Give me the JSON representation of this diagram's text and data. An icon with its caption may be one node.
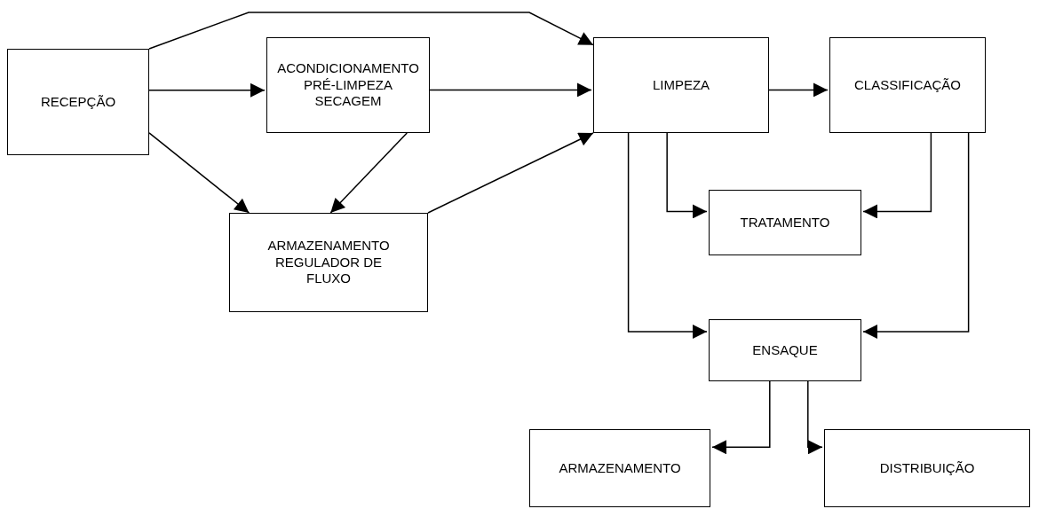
{
  "diagram": {
    "nodes": [
      {
        "text": [
          "RECEPÇÃO"
        ]
      },
      {
        "text": [
          "ACONDICIONAMENTO PRÉ-LIMPEZA SECAGEM"
        ]
      },
      {
        "text": [
          "ARMAZENAMENTO REGULADOR DE FLUXO"
        ]
      },
      {
        "text": [
          "LIMPEZA"
        ]
      },
      {
        "text": [
          "CLASSIFICAÇÃO"
        ]
      },
      {
        "text": [
          "TRATAMENTO"
        ]
      },
      {
        "text": [
          "ENSAQUE"
        ]
      },
      {
        "text": [
          "ARMAZENAMENTO"
        ]
      },
      {
        "text": [
          "DISTRIBUIÇÃO"
        ]
      }
    ],
    "edges": [
      {
        "from": 0,
        "to": 3,
        "arrow": "to"
      },
      {
        "from": 0,
        "to": 1,
        "arrow": "to"
      },
      {
        "from": 1,
        "to": 3,
        "arrow": "to"
      },
      {
        "from": 0,
        "to": 2,
        "arrow": "to"
      },
      {
        "from": 1,
        "to": 2,
        "arrow": "to"
      },
      {
        "from": 2,
        "to": 3,
        "arrow": "to"
      },
      {
        "from": 3,
        "to": 4,
        "arrow": "to"
      },
      {
        "from": 3,
        "to": 5,
        "arrow": "to"
      },
      {
        "from": 4,
        "to": 5,
        "arrow": "to"
      },
      {
        "from": 3,
        "to": 6,
        "arrow": "to"
      },
      {
        "from": 4,
        "to": 6,
        "arrow": "to"
      },
      {
        "from": 6,
        "to": 7,
        "arrow": "to"
      },
      {
        "from": 6,
        "to": 8,
        "arrow": "to"
      }
    ]
  }
}
